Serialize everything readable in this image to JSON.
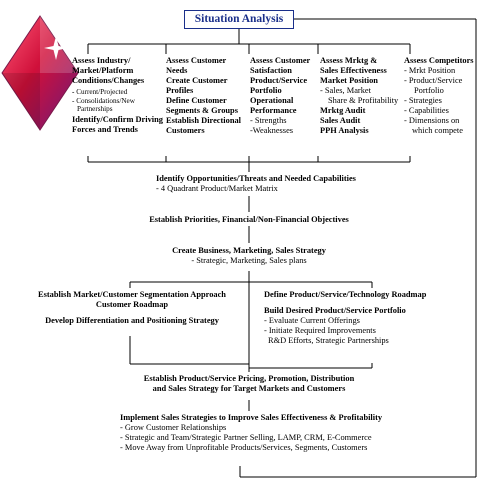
{
  "title": "Situation Analysis",
  "colors": {
    "title_border": "#1a2f8a",
    "logo_red": "#d0103a",
    "logo_purple": "#6a1a7a",
    "line": "#000000"
  },
  "logo": {
    "icon": "diamond-star-logo-icon"
  },
  "columns": [
    {
      "heading": [
        "Assess Industry/",
        "Market/Platform",
        "Conditions/Changes"
      ],
      "bullets": [
        "Current/Projected",
        "Consolidations/New",
        "Partnerships"
      ],
      "footer": [
        "Identify/Confirm Driving",
        "Forces and Trends"
      ]
    },
    {
      "heading": [
        "Assess Customer",
        "Needs",
        "Create Customer",
        "Profiles",
        "Define Customer",
        "Segments & Groups",
        "Establish Directional",
        "Customers"
      ]
    },
    {
      "heading": [
        "Assess Customer",
        "Satisfaction",
        "Product/Service",
        "Portfolio",
        "Operational",
        "Performance"
      ],
      "bullets": [
        "- Strengths",
        "-Weaknesses"
      ]
    },
    {
      "heading": [
        "Assess Mrktg &",
        "Sales Effectiveness",
        "Market Position"
      ],
      "bullets": [
        "- Sales, Market",
        "Share & Profitability"
      ],
      "footer": [
        "Mrktg Audit",
        "Sales Audit",
        "PPH Analysis"
      ]
    },
    {
      "heading": [
        "Assess Competitors"
      ],
      "bullets": [
        "- Mrkt Position",
        "- Product/Service",
        "Portfolio",
        "- Strategies",
        "- Capabilities",
        "- Dimensions on",
        "which compete"
      ]
    }
  ],
  "steps": {
    "identify": {
      "title": "Identify Opportunities/Threats and Needed Capabilities",
      "sub": "- 4 Quadrant Product/Market Matrix"
    },
    "priorities": {
      "title": "Establish Priorities, Financial/Non-Financial Objectives"
    },
    "strategy": {
      "title": "Create Business, Marketing, Sales Strategy",
      "sub": "- Strategic, Marketing, Sales plans"
    },
    "segmentation": {
      "title1": "Establish Market/Customer Segmentation Approach",
      "title2": "Customer Roadmap",
      "title3": "Develop Differentiation and Positioning Strategy"
    },
    "portfolio": {
      "title1": "Define Product/Service/Technology Roadmap",
      "title2": "Build Desired Product/Service Portfolio",
      "bullets": [
        "- Evaluate Current Offerings",
        "- Initiate Required Improvements",
        "R&D Efforts, Strategic Partnerships"
      ]
    },
    "pricing": {
      "title1": "Establish Product/Service Pricing, Promotion, Distribution",
      "title2": "and Sales Strategy for Target Markets and Customers"
    },
    "implement": {
      "title": "Implement Sales Strategies to Improve Sales Effectiveness & Profitability",
      "bullets": [
        "- Grow Customer Relationships",
        "- Strategic and Team/Strategic Partner Selling, LAMP, CRM, E-Commerce",
        "- Move Away from Unprofitable Products/Services, Segments, Customers"
      ]
    }
  }
}
